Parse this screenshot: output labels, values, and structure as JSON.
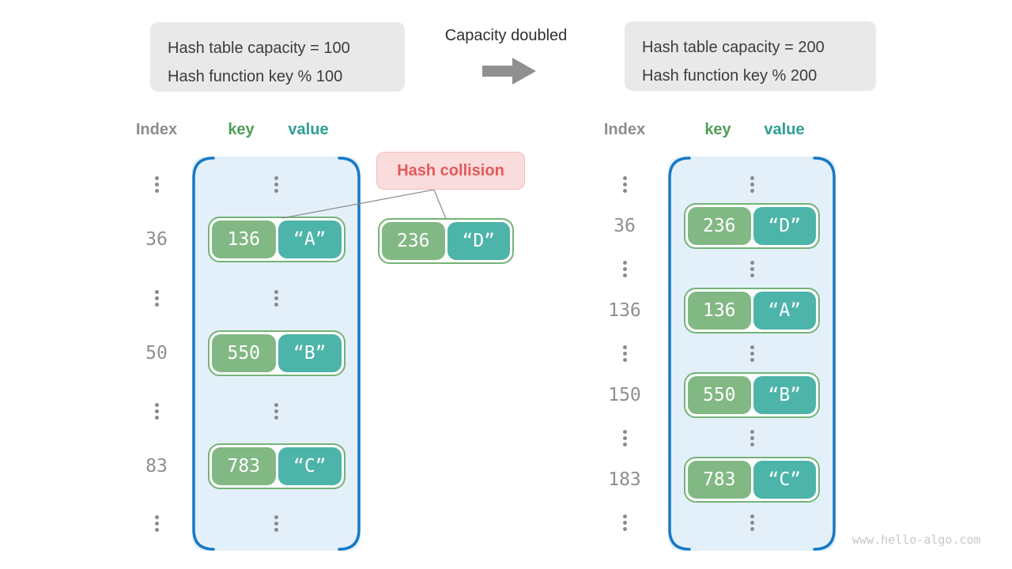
{
  "colors": {
    "bracket-blue": "#1779c4",
    "container-bg": "#e3f0fa",
    "key-green": "#82b884",
    "value-teal": "#4db4a9",
    "pair-border": "#74b377",
    "index-gray": "#8e8e8e",
    "header-gray": "#8c8c8c",
    "header-green": "#4d9e57",
    "header-teal": "#2e9f92",
    "note-bg": "#e9e9e9",
    "note-text": "#3c3c3c",
    "arrow-gray": "#909090",
    "badge-bg": "#fbdcdc",
    "badge-border": "#f5bcbc",
    "badge-text": "#e65858",
    "dot-gray": "#8b8b8b",
    "line-gray": "#8a8a8a",
    "watermark-gray": "#c8c8c8"
  },
  "notes": {
    "before": {
      "line1": "Hash table capacity = 100",
      "line2": "Hash function key % 100"
    },
    "after": {
      "line1": "Hash table capacity = 200",
      "line2": "Hash function key % 200"
    },
    "transition": "Capacity doubled"
  },
  "collision": {
    "label": "Hash collision",
    "pair": {
      "key": "236",
      "value": "“D”"
    }
  },
  "left_table": {
    "headers": {
      "index": "Index",
      "key": "key",
      "value": "value"
    },
    "pairs": [
      {
        "index": "36",
        "key": "136",
        "value": "“A”"
      },
      {
        "index": "50",
        "key": "550",
        "value": "“B”"
      },
      {
        "index": "83",
        "key": "783",
        "value": "“C”"
      }
    ]
  },
  "right_table": {
    "headers": {
      "index": "Index",
      "key": "key",
      "value": "value"
    },
    "pairs": [
      {
        "index": "36",
        "key": "236",
        "value": "“D”"
      },
      {
        "index": "136",
        "key": "136",
        "value": "“A”"
      },
      {
        "index": "150",
        "key": "550",
        "value": "“B”"
      },
      {
        "index": "183",
        "key": "783",
        "value": "“C”"
      }
    ]
  },
  "watermark": "www.hello-algo.com"
}
